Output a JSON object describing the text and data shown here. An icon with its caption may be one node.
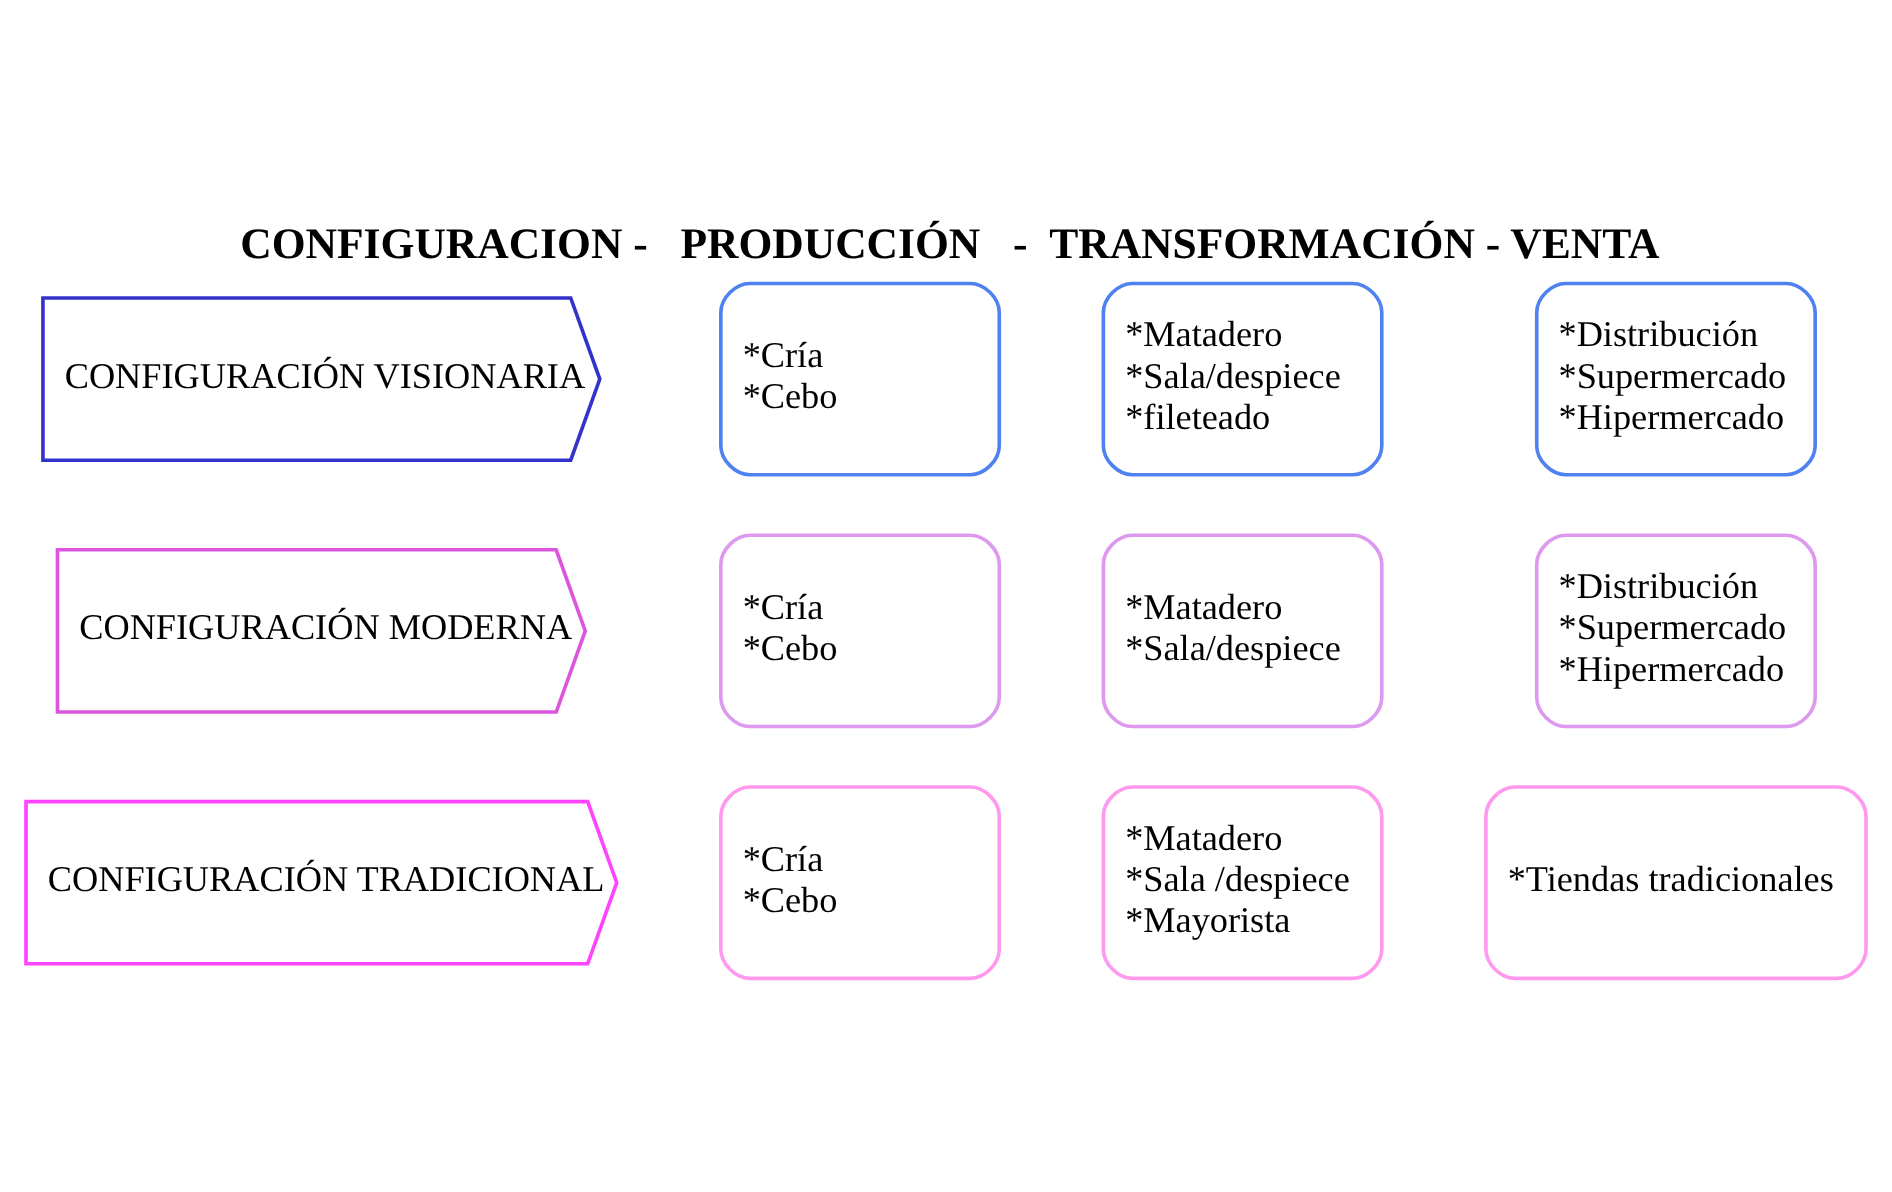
{
  "diagram": {
    "title": "CONFIGURACION -   PRODUCCIÓN   -  TRANSFORMACIÓN - VENTA",
    "nodes": [
      {
        "text": [
          "CONFIGURACIÓN TRADICIONAL"
        ]
      },
      {
        "text": [
          "*Cría",
          "*Cebo"
        ]
      },
      {
        "text": [
          "*Matadero",
          "*Sala /despiece",
          "*Mayorista"
        ]
      },
      {
        "text": [
          "*Tiendas tradicionales"
        ]
      },
      {
        "text": [
          "CONFIGURACIÓN MODERNA"
        ]
      },
      {
        "text": [
          "*Cría",
          "*Cebo"
        ]
      },
      {
        "text": [
          "*Matadero",
          "*Sala/despiece"
        ]
      },
      {
        "text": [
          "*Distribución",
          "*Supermercado",
          "*Hipermercado"
        ]
      },
      {
        "text": [
          "CONFIGURACIÓN VISIONARIA"
        ]
      },
      {
        "text": [
          "*Cría",
          "*Cebo"
        ]
      },
      {
        "text": [
          "*Matadero",
          "*Sala/despiece",
          "*fileteado"
        ]
      },
      {
        "text": [
          "*Distribución",
          "*Supermercado",
          "*Hipermercado"
        ]
      }
    ]
  }
}
